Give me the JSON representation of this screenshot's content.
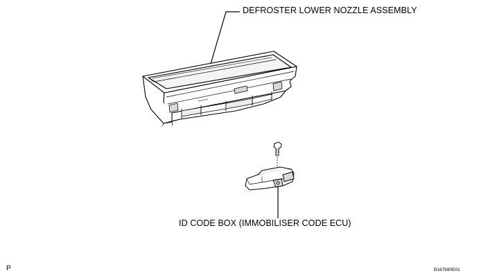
{
  "labels": {
    "defroster": "DEFROSTER LOWER NOZZLE ASSEMBLY",
    "id_code_box": "ID CODE BOX (IMMOBILISER CODE ECU)",
    "page_marker": "P",
    "figure_code": "B187690E01"
  },
  "parts": {
    "part_1": "defroster-lower-nozzle-assembly",
    "part_2": "id-code-box",
    "part_3": "bolt"
  },
  "colors": {
    "ink": "#000000",
    "background": "#ffffff",
    "shade": "#d9d9d9"
  }
}
